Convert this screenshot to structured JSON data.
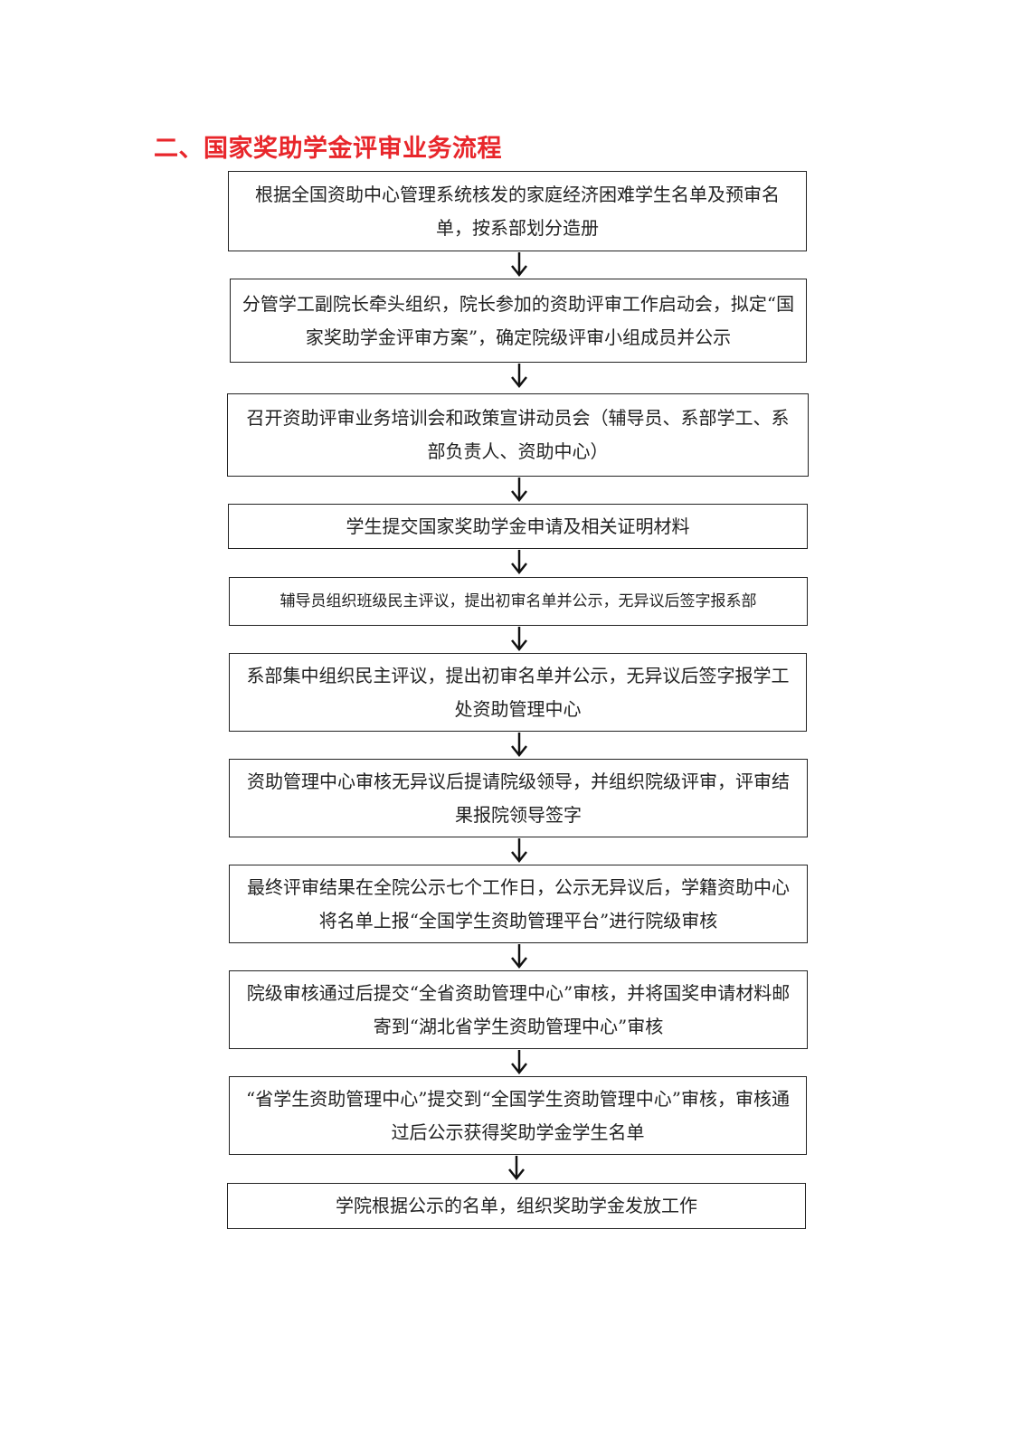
{
  "heading": "二、国家奖助学金评审业务流程",
  "steps": [
    {
      "text": "根据全国资助中心管理系统核发的家庭经济困难学生名单及预审名单，按系部划分造册"
    },
    {
      "text": "分管学工副院长牵头组织，院长参加的资助评审工作启动会，拟定“国家奖助学金评审方案”，确定院级评审小组成员并公示"
    },
    {
      "text": "召开资助评审业务培训会和政策宣讲动员会（辅导员、系部学工、系部负责人、资助中心）"
    },
    {
      "text": "学生提交国家奖助学金申请及相关证明材料"
    },
    {
      "text": "辅导员组织班级民主评议，提出初审名单并公示，无异议后签字报系部"
    },
    {
      "text": "系部集中组织民主评议，提出初审名单并公示，无异议后签字报学工处资助管理中心"
    },
    {
      "text": "资助管理中心审核无异议后提请院级领导，并组织院级评审，评审结果报院领导签字"
    },
    {
      "text": "最终评审结果在全院公示七个工作日，公示无异议后，学籍资助中心将名单上报“全国学生资助管理平台”进行院级审核"
    },
    {
      "text": "院级审核通过后提交“全省资助管理中心”审核，并将国奖申请材料邮寄到“湖北省学生资助管理中心”审核"
    },
    {
      "text": "“省学生资助管理中心”提交到“全国学生资助管理中心”审核，审核通过后公示获得奖助学金学生名单"
    },
    {
      "text": "学院根据公示的名单，组织奖助学金发放工作"
    }
  ]
}
